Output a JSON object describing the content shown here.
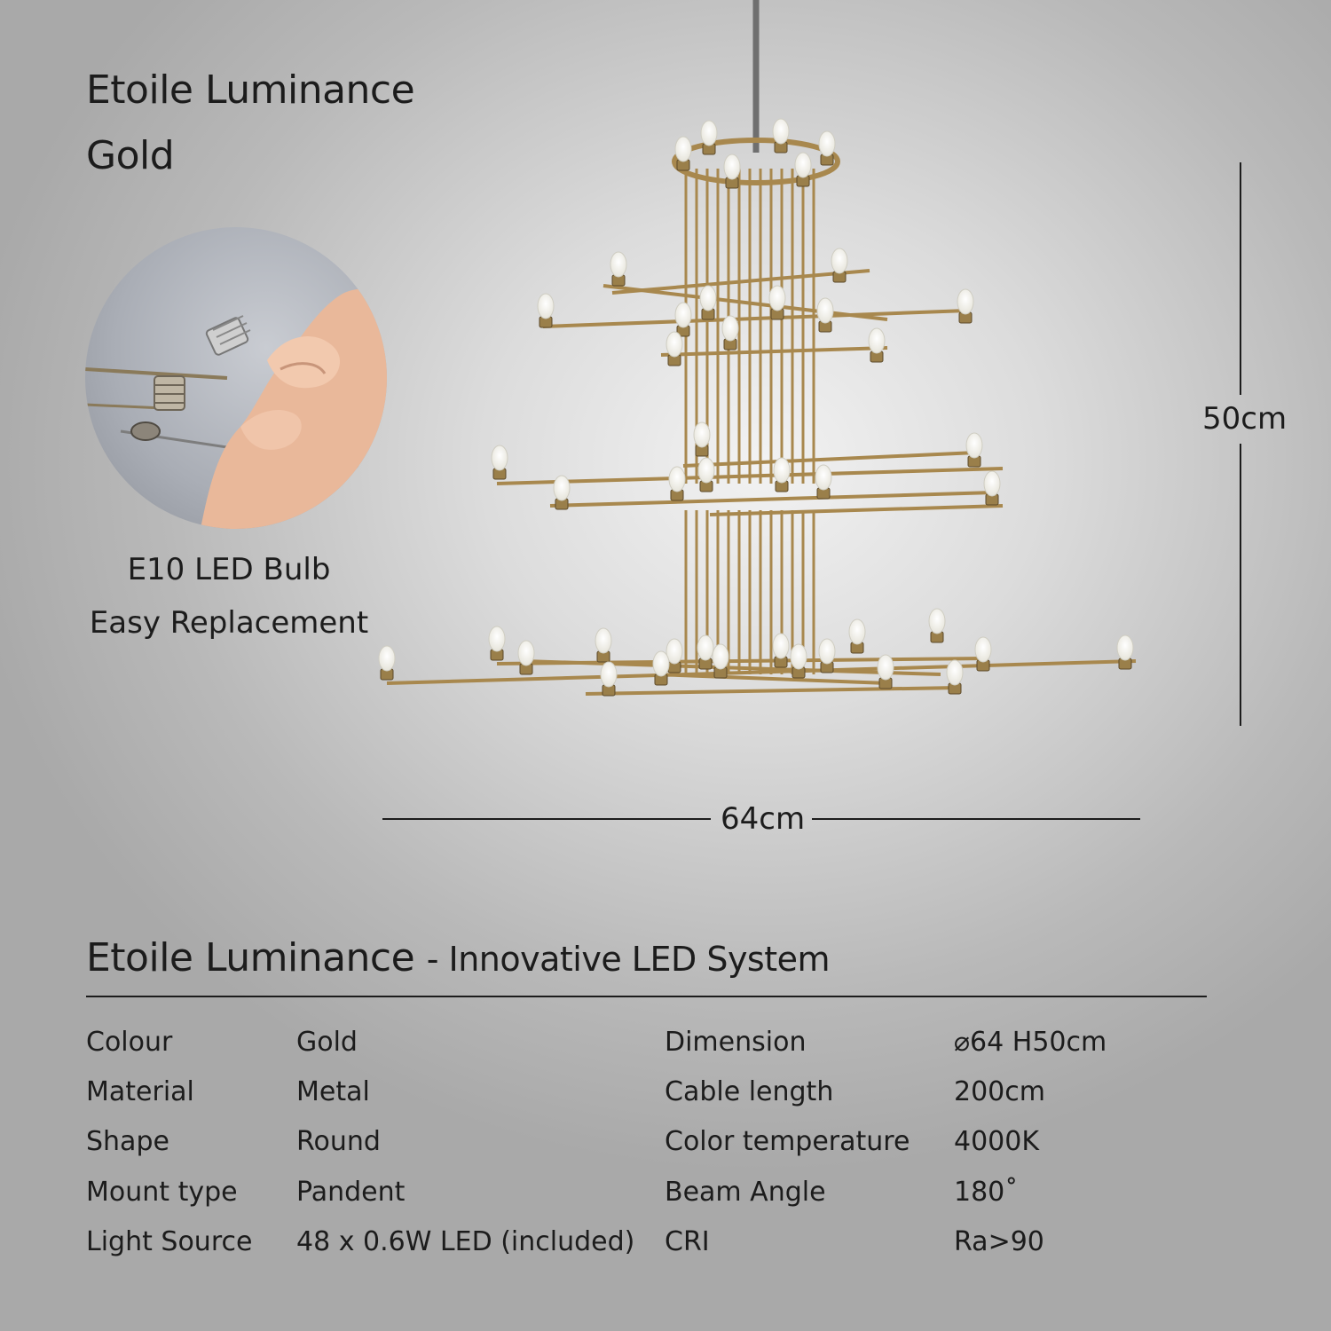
{
  "product": {
    "name": "Etoile Luminance",
    "color": "Gold"
  },
  "callout": {
    "line1": "E10 LED Bulb",
    "line2": "Easy Replacement"
  },
  "dimensions": {
    "height_label": "50cm",
    "width_label": "64cm"
  },
  "specs": {
    "title": "Etoile Luminance",
    "subtitle": "- Innovative LED System",
    "left": [
      {
        "label": "Colour",
        "value": "Gold"
      },
      {
        "label": "Material",
        "value": "Metal"
      },
      {
        "label": "Shape",
        "value": "Round"
      },
      {
        "label": "Mount type",
        "value": "Pandent"
      },
      {
        "label": "Light Source",
        "value": "48 x 0.6W LED (included)"
      }
    ],
    "right": [
      {
        "label": "Dimension",
        "value": "⌀64 H50cm"
      },
      {
        "label": "Cable length",
        "value": "200cm"
      },
      {
        "label": "Color temperature",
        "value": "4000K"
      },
      {
        "label": "Beam Angle",
        "value": "180˚"
      },
      {
        "label": "CRI",
        "value": "Ra>90"
      }
    ]
  },
  "colors": {
    "text": "#1c1c1c",
    "gold_metal": "#a8884e",
    "bulb": "#fbfbf6"
  }
}
